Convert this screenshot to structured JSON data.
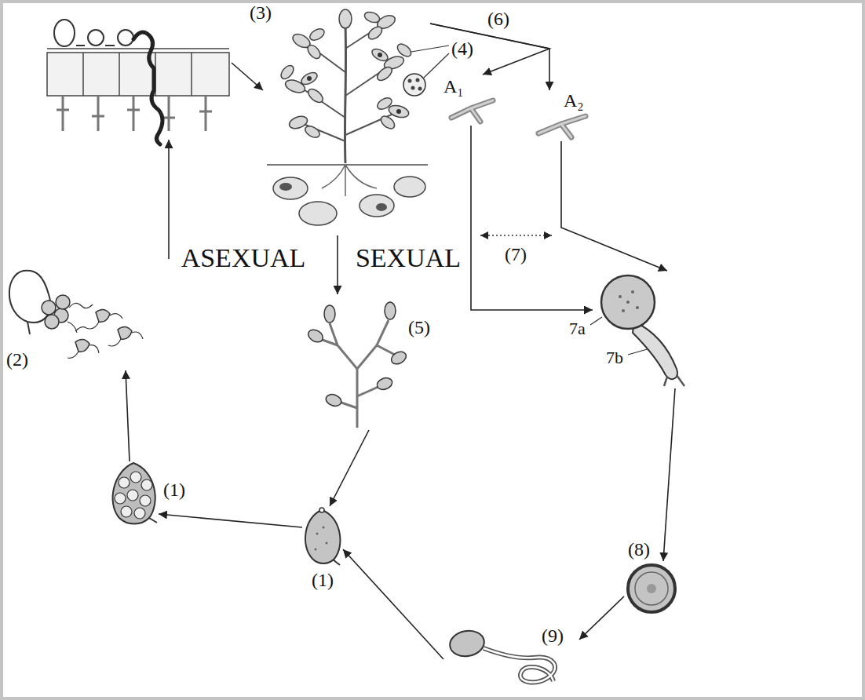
{
  "diagram": {
    "nodes": [
      {
        "text": [
          "(3)"
        ]
      },
      {
        "text": [
          "(4)"
        ]
      },
      {
        "text": [
          "A₁"
        ]
      },
      {
        "text": [
          "A₂"
        ]
      },
      {
        "text": [
          "(2)"
        ]
      },
      {
        "text": [
          "(5)"
        ]
      },
      {
        "text": [
          "7a",
          "7b"
        ]
      },
      {
        "text": [
          "(1)"
        ]
      },
      {
        "text": [
          "(1)"
        ]
      },
      {
        "text": [
          "(8)"
        ]
      },
      {
        "text": [
          "(9)"
        ]
      }
    ],
    "edges": [
      {
        "from": 8,
        "to": 7,
        "arrow": "to"
      },
      {
        "from": 7,
        "to": 4,
        "arrow": "to"
      },
      {
        "from": 4,
        "to": 0,
        "arrow": "to"
      },
      {
        "from": 0,
        "to": 1,
        "arrow": "to"
      },
      {
        "from": 1,
        "to": 5,
        "arrow": "to"
      },
      {
        "from": 5,
        "to": 8,
        "arrow": "to"
      },
      {
        "from": 1,
        "to": 2,
        "arrow": "to"
      },
      {
        "from": 1,
        "to": 3,
        "arrow": "to"
      },
      {
        "from": 2,
        "to": 6,
        "arrow": "to"
      },
      {
        "from": 3,
        "to": 6,
        "arrow": "to"
      },
      {
        "from": 6,
        "to": 9,
        "arrow": "to"
      },
      {
        "from": 9,
        "to": 10,
        "arrow": "to"
      },
      {
        "from": 10,
        "to": 8,
        "arrow": "to"
      }
    ],
    "labels": [
      "ASEXUAL",
      "SEXUAL",
      "(6)",
      "(7)"
    ]
  }
}
